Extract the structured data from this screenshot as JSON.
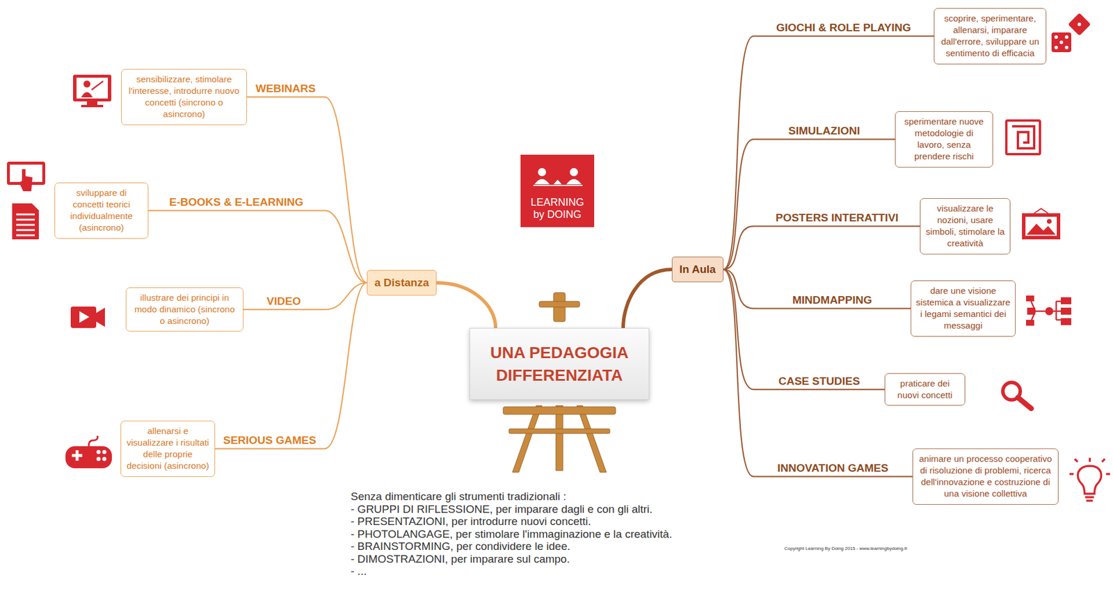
{
  "diagram": {
    "nodes": [
      {
        "text": [
          "UNA PEDAGOGIA DIFFERENZIATA"
        ]
      },
      {
        "text": [
          "LEARNING",
          "by DOING"
        ]
      },
      {
        "text": [
          "a Distanza"
        ]
      },
      {
        "text": [
          "In Aula"
        ]
      },
      {
        "text": [
          "sensibilizzare, stimolare l'interesse, introdurre nuovo concetti (sincrono o asincrono)"
        ]
      },
      {
        "text": [
          "sviluppare di concetti teorici individualmente (asincrono)"
        ]
      },
      {
        "text": [
          "illustrare dei principi in modo dinamico (sincrono o asincrono)"
        ]
      },
      {
        "text": [
          "allenarsi e visualizzare i risultati delle proprie decisioni (asincrono)"
        ]
      },
      {
        "text": [
          "scoprire, sperimentare, allenarsi, imparare dall'errore, sviluppare un sentimento di efficacia"
        ]
      },
      {
        "text": [
          "sperimentare nuove metodologie di lavoro, senza prendere rischi"
        ]
      },
      {
        "text": [
          "visualizzare le nozioni, usare simboli, stimolare la creatività"
        ]
      },
      {
        "text": [
          "dare une visione sistemica a visualizzare i legami semantici dei messaggi"
        ]
      },
      {
        "text": [
          "praticare dei nuovi concetti"
        ]
      },
      {
        "text": [
          "animare un processo cooperativo di risoluzione di problemi, ricerca dell'innovazione e costruzione di una visione collettiva"
        ]
      }
    ],
    "edges": [
      {
        "from": 0,
        "to": 2,
        "arrow": "none"
      },
      {
        "from": 0,
        "to": 3,
        "arrow": "none"
      },
      {
        "from": 2,
        "to": 4,
        "label": "WEBINARS",
        "arrow": "none"
      },
      {
        "from": 2,
        "to": 5,
        "label": "E-BOOKS & E-LEARNING",
        "arrow": "none"
      },
      {
        "from": 2,
        "to": 6,
        "label": "VIDEO",
        "arrow": "none"
      },
      {
        "from": 2,
        "to": 7,
        "label": "SERIOUS GAMES",
        "arrow": "none"
      },
      {
        "from": 3,
        "to": 8,
        "label": "GIOCHI & ROLE PLAYING",
        "arrow": "none"
      },
      {
        "from": 3,
        "to": 9,
        "label": "SIMULAZIONI",
        "arrow": "none"
      },
      {
        "from": 3,
        "to": 10,
        "label": "POSTERS INTERATTIVI",
        "arrow": "none"
      },
      {
        "from": 3,
        "to": 11,
        "label": "MINDMAPPING",
        "arrow": "none"
      },
      {
        "from": 3,
        "to": 12,
        "label": "CASE STUDIES",
        "arrow": "none"
      },
      {
        "from": 3,
        "to": 13,
        "label": "INNOVATION GAMES",
        "arrow": "none"
      }
    ],
    "labels": [
      "Senza dimenticare gli strumenti tradizionali :",
      "- GRUPPI DI RIFLESSIONE, per imparare dagli e con gli altri.",
      "- PRESENTAZIONI, per introdurre nuovi concetti.",
      "- PHOTOLANGAGE, per stimolare l'immaginazione e la creatività.",
      "- BRAINSTORMING, per condividere le idee.",
      "- DIMOSTRAZIONI, per imparare sul campo.",
      "- ...",
      "Copyright Learning By Doing 2015 - www.learningbydoing.fr"
    ]
  }
}
